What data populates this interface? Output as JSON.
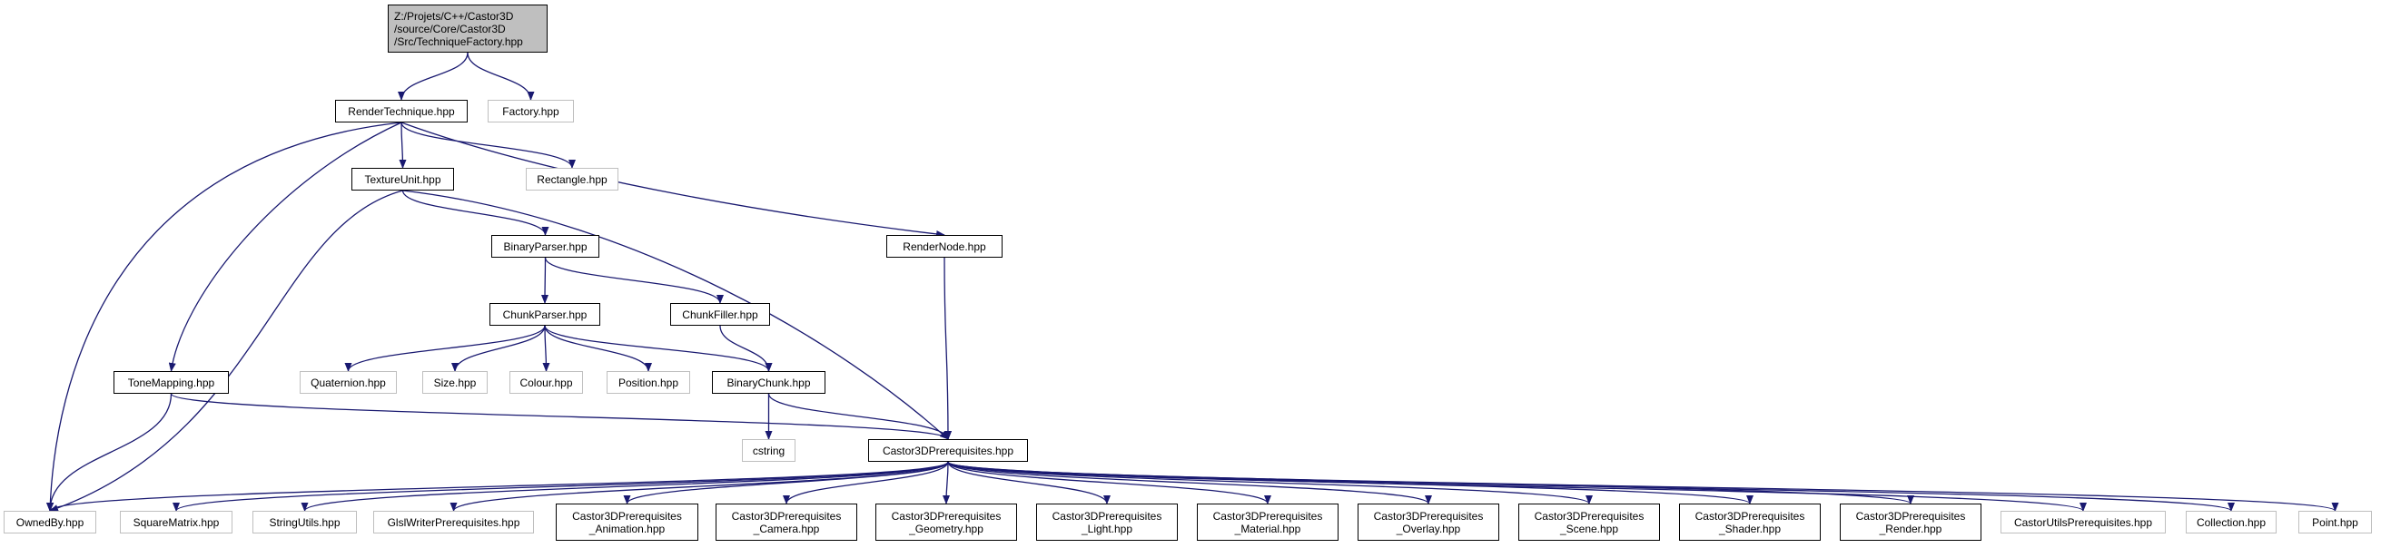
{
  "colors": {
    "edge": "#191970",
    "root_fill": "#bfbfbf",
    "internal_border": "#000000",
    "external_border": "#bfbfbf"
  },
  "nodes": [
    {
      "id": "root",
      "kind": "root",
      "lines": [
        "Z:/Projets/C++/Castor3D",
        "/source/Core/Castor3D",
        "/Src/TechniqueFactory.hpp"
      ]
    },
    {
      "id": "render-technique",
      "kind": "internal",
      "lines": [
        "RenderTechnique.hpp"
      ]
    },
    {
      "id": "factory",
      "kind": "external",
      "lines": [
        "Factory.hpp"
      ]
    },
    {
      "id": "texture-unit",
      "kind": "internal",
      "lines": [
        "TextureUnit.hpp"
      ]
    },
    {
      "id": "rectangle",
      "kind": "external",
      "lines": [
        "Rectangle.hpp"
      ]
    },
    {
      "id": "binary-parser",
      "kind": "internal",
      "lines": [
        "BinaryParser.hpp"
      ]
    },
    {
      "id": "render-node",
      "kind": "internal",
      "lines": [
        "RenderNode.hpp"
      ]
    },
    {
      "id": "chunk-parser",
      "kind": "internal",
      "lines": [
        "ChunkParser.hpp"
      ]
    },
    {
      "id": "chunk-filler",
      "kind": "internal",
      "lines": [
        "ChunkFiller.hpp"
      ]
    },
    {
      "id": "tone-mapping",
      "kind": "internal",
      "lines": [
        "ToneMapping.hpp"
      ]
    },
    {
      "id": "quaternion",
      "kind": "external",
      "lines": [
        "Quaternion.hpp"
      ]
    },
    {
      "id": "size",
      "kind": "external",
      "lines": [
        "Size.hpp"
      ]
    },
    {
      "id": "colour",
      "kind": "external",
      "lines": [
        "Colour.hpp"
      ]
    },
    {
      "id": "position",
      "kind": "external",
      "lines": [
        "Position.hpp"
      ]
    },
    {
      "id": "binary-chunk",
      "kind": "internal",
      "lines": [
        "BinaryChunk.hpp"
      ]
    },
    {
      "id": "cstring",
      "kind": "external",
      "lines": [
        "cstring"
      ]
    },
    {
      "id": "castor3d-prereq",
      "kind": "internal",
      "lines": [
        "Castor3DPrerequisites.hpp"
      ]
    },
    {
      "id": "owned-by",
      "kind": "external",
      "lines": [
        "OwnedBy.hpp"
      ]
    },
    {
      "id": "square-matrix",
      "kind": "external",
      "lines": [
        "SquareMatrix.hpp"
      ]
    },
    {
      "id": "string-utils",
      "kind": "external",
      "lines": [
        "StringUtils.hpp"
      ]
    },
    {
      "id": "glsl-writer-prereq",
      "kind": "external",
      "lines": [
        "GlslWriterPrerequisites.hpp"
      ]
    },
    {
      "id": "prereq-animation",
      "kind": "internal",
      "lines": [
        "Castor3DPrerequisites",
        "_Animation.hpp"
      ]
    },
    {
      "id": "prereq-camera",
      "kind": "internal",
      "lines": [
        "Castor3DPrerequisites",
        "_Camera.hpp"
      ]
    },
    {
      "id": "prereq-geometry",
      "kind": "internal",
      "lines": [
        "Castor3DPrerequisites",
        "_Geometry.hpp"
      ]
    },
    {
      "id": "prereq-light",
      "kind": "internal",
      "lines": [
        "Castor3DPrerequisites",
        "_Light.hpp"
      ]
    },
    {
      "id": "prereq-material",
      "kind": "internal",
      "lines": [
        "Castor3DPrerequisites",
        "_Material.hpp"
      ]
    },
    {
      "id": "prereq-overlay",
      "kind": "internal",
      "lines": [
        "Castor3DPrerequisites",
        "_Overlay.hpp"
      ]
    },
    {
      "id": "prereq-scene",
      "kind": "internal",
      "lines": [
        "Castor3DPrerequisites",
        "_Scene.hpp"
      ]
    },
    {
      "id": "prereq-shader",
      "kind": "internal",
      "lines": [
        "Castor3DPrerequisites",
        "_Shader.hpp"
      ]
    },
    {
      "id": "prereq-render",
      "kind": "internal",
      "lines": [
        "Castor3DPrerequisites",
        "_Render.hpp"
      ]
    },
    {
      "id": "castor-utils-prereq",
      "kind": "external",
      "lines": [
        "CastorUtilsPrerequisites.hpp"
      ]
    },
    {
      "id": "collection",
      "kind": "external",
      "lines": [
        "Collection.hpp"
      ]
    },
    {
      "id": "point",
      "kind": "external",
      "lines": [
        "Point.hpp"
      ]
    }
  ],
  "edges": [
    {
      "from": "root",
      "to": "render-technique"
    },
    {
      "from": "root",
      "to": "factory"
    },
    {
      "from": "render-technique",
      "to": "owned-by"
    },
    {
      "from": "render-technique",
      "to": "texture-unit"
    },
    {
      "from": "render-technique",
      "to": "rectangle"
    },
    {
      "from": "render-technique",
      "to": "render-node"
    },
    {
      "from": "render-technique",
      "to": "tone-mapping"
    },
    {
      "from": "texture-unit",
      "to": "binary-parser"
    },
    {
      "from": "texture-unit",
      "to": "owned-by"
    },
    {
      "from": "texture-unit",
      "to": "castor3d-prereq"
    },
    {
      "from": "binary-parser",
      "to": "chunk-parser"
    },
    {
      "from": "binary-parser",
      "to": "chunk-filler"
    },
    {
      "from": "render-node",
      "to": "castor3d-prereq"
    },
    {
      "from": "chunk-parser",
      "to": "quaternion"
    },
    {
      "from": "chunk-parser",
      "to": "size"
    },
    {
      "from": "chunk-parser",
      "to": "colour"
    },
    {
      "from": "chunk-parser",
      "to": "position"
    },
    {
      "from": "chunk-parser",
      "to": "binary-chunk"
    },
    {
      "from": "chunk-filler",
      "to": "binary-chunk"
    },
    {
      "from": "tone-mapping",
      "to": "castor3d-prereq"
    },
    {
      "from": "tone-mapping",
      "to": "owned-by"
    },
    {
      "from": "binary-chunk",
      "to": "cstring"
    },
    {
      "from": "binary-chunk",
      "to": "castor3d-prereq"
    },
    {
      "from": "castor3d-prereq",
      "to": "owned-by"
    },
    {
      "from": "castor3d-prereq",
      "to": "square-matrix"
    },
    {
      "from": "castor3d-prereq",
      "to": "string-utils"
    },
    {
      "from": "castor3d-prereq",
      "to": "glsl-writer-prereq"
    },
    {
      "from": "castor3d-prereq",
      "to": "prereq-animation"
    },
    {
      "from": "castor3d-prereq",
      "to": "prereq-camera"
    },
    {
      "from": "castor3d-prereq",
      "to": "prereq-geometry"
    },
    {
      "from": "castor3d-prereq",
      "to": "prereq-light"
    },
    {
      "from": "castor3d-prereq",
      "to": "prereq-material"
    },
    {
      "from": "castor3d-prereq",
      "to": "prereq-overlay"
    },
    {
      "from": "castor3d-prereq",
      "to": "prereq-scene"
    },
    {
      "from": "castor3d-prereq",
      "to": "prereq-shader"
    },
    {
      "from": "castor3d-prereq",
      "to": "prereq-render"
    },
    {
      "from": "castor3d-prereq",
      "to": "castor-utils-prereq"
    },
    {
      "from": "castor3d-prereq",
      "to": "collection"
    },
    {
      "from": "castor3d-prereq",
      "to": "point"
    }
  ]
}
